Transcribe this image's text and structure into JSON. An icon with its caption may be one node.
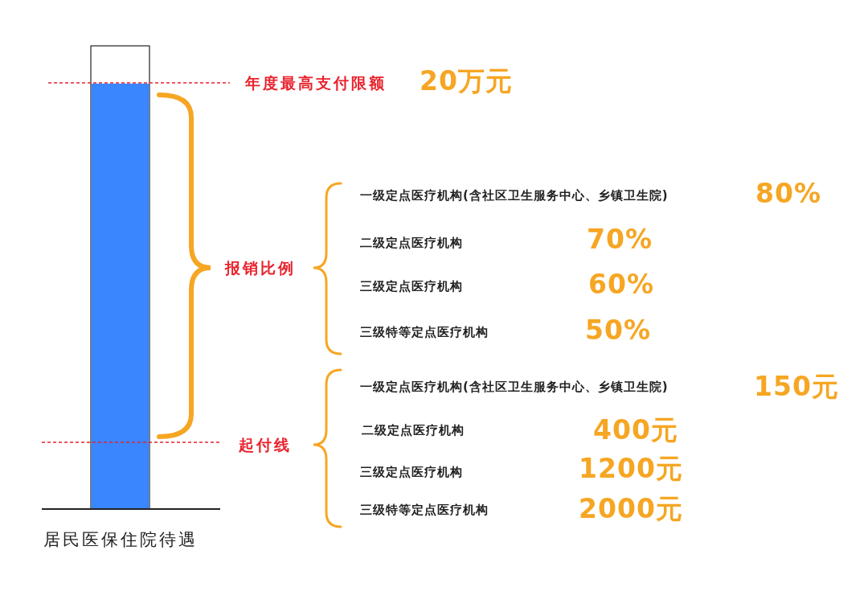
{
  "diagram": {
    "caption": "居民医保住院待遇",
    "labels": [
      "年度最高支付限额",
      "20万元",
      "报销比例",
      "一级定点医疗机构(含社区卫生服务中心、乡镇卫生院)",
      "80%",
      "二级定点医疗机构",
      "70%",
      "三级定点医疗机构",
      "60%",
      "三级特等定点医疗机构",
      "50%",
      "一级定点医疗机构(含社区卫生服务中心、乡镇卫生院)",
      "150元",
      "二级定点医疗机构",
      "400元",
      "起付线",
      "三级定点医疗机构",
      "1200元",
      "三级特等定点医疗机构",
      "2000元"
    ]
  }
}
